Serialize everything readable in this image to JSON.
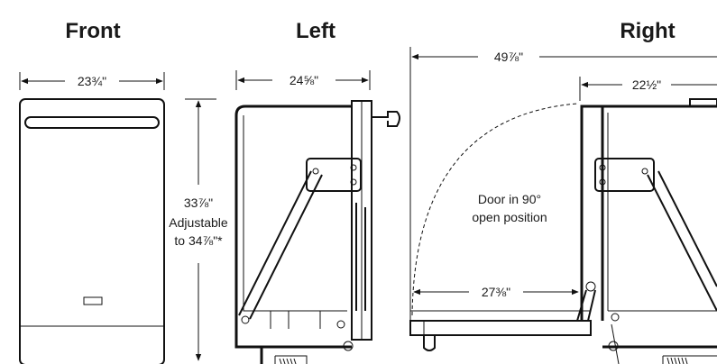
{
  "views": {
    "front": {
      "title": "Front",
      "width": "23¾\"",
      "height": "33⅞\"",
      "adjust_1": "Adjustable",
      "adjust_2": "to 34⅞\"*"
    },
    "left": {
      "title": "Left",
      "depth": "24⅝\""
    },
    "right": {
      "title": "Right",
      "open_depth": "49⅞\"",
      "depth": "22½\"",
      "door_depth": "27⅜\"",
      "door_note_1": "Door in 90°",
      "door_note_2": "open position"
    }
  },
  "icons": [
    "arrow-left-icon",
    "arrow-right-icon",
    "arrow-up-icon",
    "arrow-down-icon"
  ],
  "colors": {
    "line": "#111111",
    "background": "#ffffff"
  }
}
